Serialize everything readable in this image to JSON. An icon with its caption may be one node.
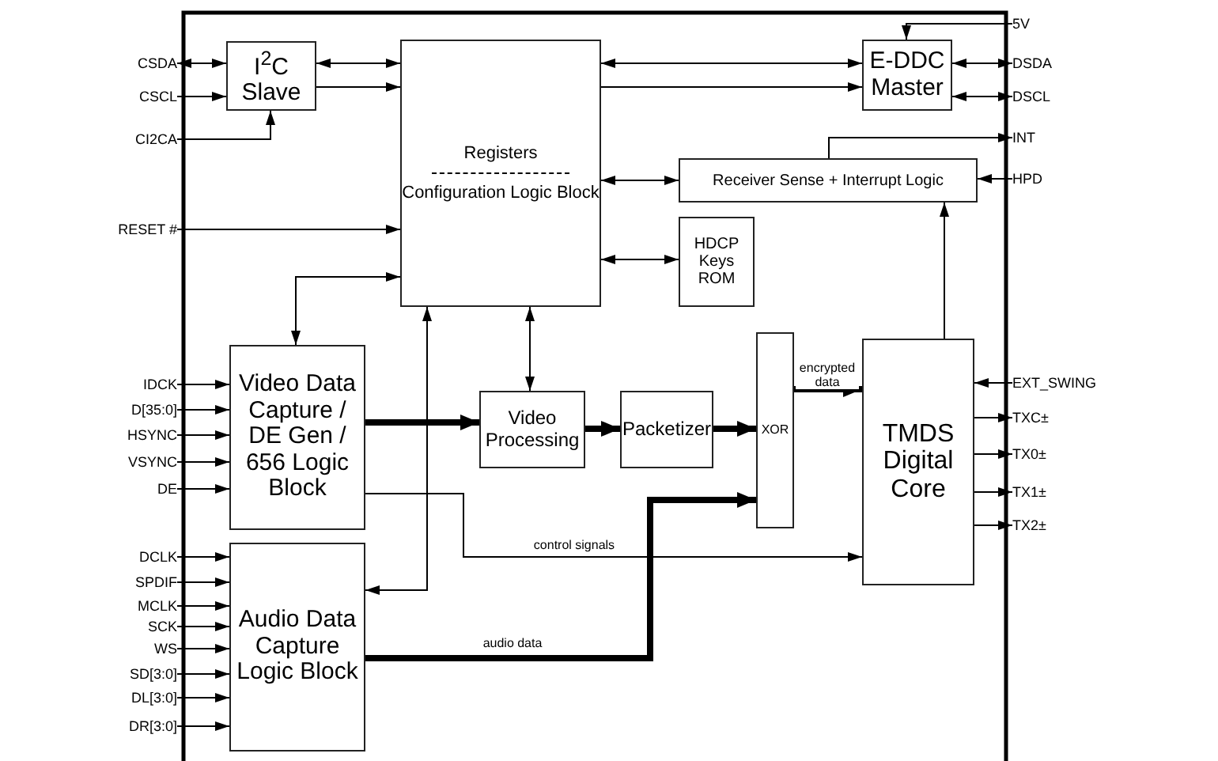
{
  "diagram": {
    "nodes": [
      {
        "text": [
          "I$^{2}$C Slave"
        ]
      },
      {
        "text": [
          "Registers",
          "Configuration Logic Block"
        ]
      },
      {
        "text": [
          "E-DDC Master"
        ]
      },
      {
        "text": [
          "Receiver Sense + Interrupt Logic"
        ]
      },
      {
        "text": [
          "HDCP Keys ROM"
        ]
      },
      {
        "text": [
          "Video Data Capture / DE Gen / 656 Logic Block"
        ]
      },
      {
        "text": [
          "Video Processing"
        ]
      },
      {
        "text": [
          "Packetizer"
        ]
      },
      {
        "text": [
          "XOR"
        ]
      },
      {
        "text": [
          "TMDS Digital Core"
        ]
      },
      {
        "text": [
          "Audio Data Capture Logic Block"
        ]
      },
      {
        "text": [
          "CSDA"
        ]
      },
      {
        "text": [
          "CSCL"
        ]
      },
      {
        "text": [
          "CI2CA"
        ]
      },
      {
        "text": [
          "RESET #"
        ]
      },
      {
        "text": [
          "IDCK"
        ]
      },
      {
        "text": [
          "D[35:0]"
        ]
      },
      {
        "text": [
          "HSYNC"
        ]
      },
      {
        "text": [
          "VSYNC"
        ]
      },
      {
        "text": [
          "DE"
        ]
      },
      {
        "text": [
          "DCLK"
        ]
      },
      {
        "text": [
          "SPDIF"
        ]
      },
      {
        "text": [
          "MCLK"
        ]
      },
      {
        "text": [
          "SCK"
        ]
      },
      {
        "text": [
          "WS"
        ]
      },
      {
        "text": [
          "SD[3:0]"
        ]
      },
      {
        "text": [
          "DL[3:0]"
        ]
      },
      {
        "text": [
          "DR[3:0]"
        ]
      },
      {
        "text": [
          "5V"
        ]
      },
      {
        "text": [
          "DSDA"
        ]
      },
      {
        "text": [
          "DSCL"
        ]
      },
      {
        "text": [
          "INT"
        ]
      },
      {
        "text": [
          "HPD"
        ]
      },
      {
        "text": [
          "EXT_SWING"
        ]
      },
      {
        "text": [
          "TXC±"
        ]
      },
      {
        "text": [
          "TX0±"
        ]
      },
      {
        "text": [
          "TX1±"
        ]
      },
      {
        "text": [
          "TX2±"
        ]
      }
    ],
    "edges": [
      {
        "from": 11,
        "to": 0,
        "arrow": "both"
      },
      {
        "from": 12,
        "to": 0,
        "arrow": "to"
      },
      {
        "from": 13,
        "to": 0,
        "arrow": "to"
      },
      {
        "from": 0,
        "to": 1,
        "arrow": "both"
      },
      {
        "from": 0,
        "to": 1,
        "arrow": "to"
      },
      {
        "from": 14,
        "to": 1,
        "arrow": "to"
      },
      {
        "from": 1,
        "to": 5,
        "arrow": "both"
      },
      {
        "from": 10,
        "to": 1,
        "arrow": "both"
      },
      {
        "from": 1,
        "to": 6,
        "arrow": "both"
      },
      {
        "from": 1,
        "to": 2,
        "arrow": "both"
      },
      {
        "from": 1,
        "to": 2,
        "arrow": "to"
      },
      {
        "from": 1,
        "to": 3,
        "arrow": "both"
      },
      {
        "from": 1,
        "to": 4,
        "arrow": "both"
      },
      {
        "from": 28,
        "to": 2,
        "arrow": "to"
      },
      {
        "from": 2,
        "to": 29,
        "arrow": "both"
      },
      {
        "from": 2,
        "to": 30,
        "arrow": "both"
      },
      {
        "from": 3,
        "to": 31,
        "arrow": "to"
      },
      {
        "from": 32,
        "to": 3,
        "arrow": "to"
      },
      {
        "from": 9,
        "to": 3,
        "arrow": "to"
      },
      {
        "from": 5,
        "to": 6,
        "arrow": "to",
        "style": "thick"
      },
      {
        "from": 6,
        "to": 7,
        "arrow": "to",
        "style": "thick"
      },
      {
        "from": 7,
        "to": 8,
        "arrow": "to",
        "style": "thick"
      },
      {
        "from": 8,
        "to": 9,
        "arrow": "to",
        "style": "thick",
        "label": "encrypted data"
      },
      {
        "from": 10,
        "to": 8,
        "arrow": "to",
        "style": "thick",
        "label": "audio data"
      },
      {
        "from": 5,
        "to": 9,
        "arrow": "to",
        "label": "control signals"
      },
      {
        "from": 33,
        "to": 9,
        "arrow": "to"
      },
      {
        "from": 9,
        "to": 34,
        "arrow": "to"
      },
      {
        "from": 9,
        "to": 35,
        "arrow": "to"
      },
      {
        "from": 9,
        "to": 36,
        "arrow": "to"
      },
      {
        "from": 9,
        "to": 37,
        "arrow": "to"
      },
      {
        "from": 15,
        "to": 5,
        "arrow": "to"
      },
      {
        "from": 16,
        "to": 5,
        "arrow": "to"
      },
      {
        "from": 17,
        "to": 5,
        "arrow": "to"
      },
      {
        "from": 18,
        "to": 5,
        "arrow": "to"
      },
      {
        "from": 19,
        "to": 5,
        "arrow": "to"
      },
      {
        "from": 20,
        "to": 10,
        "arrow": "to"
      },
      {
        "from": 21,
        "to": 10,
        "arrow": "to"
      },
      {
        "from": 22,
        "to": 10,
        "arrow": "to"
      },
      {
        "from": 23,
        "to": 10,
        "arrow": "to"
      },
      {
        "from": 24,
        "to": 10,
        "arrow": "to"
      },
      {
        "from": 25,
        "to": 10,
        "arrow": "to"
      },
      {
        "from": 26,
        "to": 10,
        "arrow": "to"
      },
      {
        "from": 27,
        "to": 10,
        "arrow": "to"
      }
    ]
  }
}
